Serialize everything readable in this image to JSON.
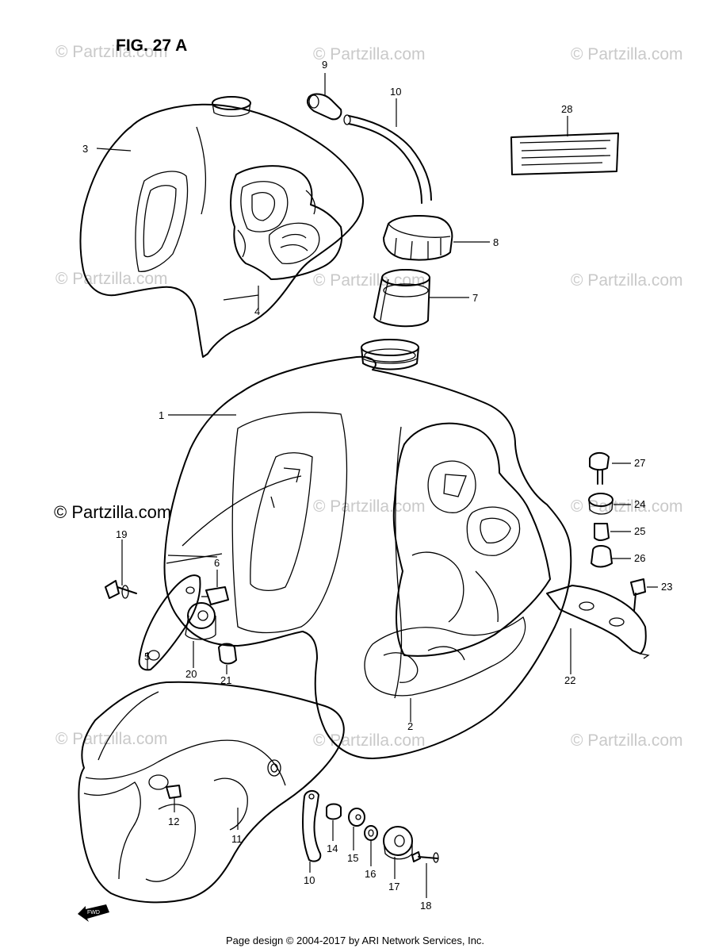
{
  "figure": {
    "title": "FIG. 27 A",
    "copyright": "© Partzilla.com",
    "footer": "Page design © 2004-2017 by ARI Network Services, Inc.",
    "watermark": "© Partzilla.com",
    "fwd_arrow": "FWD"
  },
  "callouts": {
    "c1": "1",
    "c2": "2",
    "c3": "3",
    "c4": "4",
    "c5": "5",
    "c6": "6",
    "c7": "7",
    "c8": "8",
    "c9": "9",
    "c10a": "10",
    "c10b": "10",
    "c11": "11",
    "c12": "12",
    "c14": "14",
    "c15": "15",
    "c16": "16",
    "c17": "17",
    "c18": "18",
    "c19": "19",
    "c20": "20",
    "c21": "21",
    "c22": "22",
    "c23": "23",
    "c24": "24",
    "c25": "25",
    "c26": "26",
    "c27": "27",
    "c28": "28"
  }
}
